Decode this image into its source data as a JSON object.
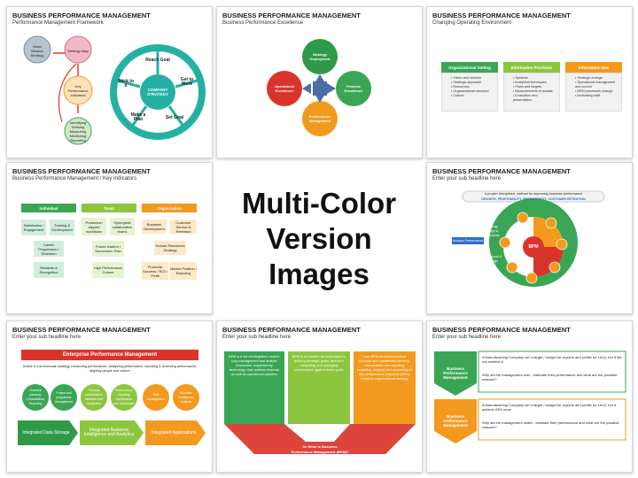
{
  "center": {
    "line1": "Multi-Color",
    "line2": "Version Images"
  },
  "slides": [
    {
      "title": "BUSINESS PERFORMANCE MANAGEMENT",
      "subtitle": "Performance Management Framework",
      "flow": [
        "Vision Mission Strategy",
        "Strategy Map",
        "Key Performance Indicators",
        "Identifying Defining Measuring Monitoring Reporting"
      ],
      "wheel_center": "COMPANY STRATEGY",
      "wheel_labels": [
        "Reach Goal",
        "Get to Work",
        "Set Goal",
        "Make a Plan",
        "Stick to it"
      ]
    },
    {
      "title": "BUSINESS PERFORMANCE MANAGEMENT",
      "subtitle": "Business Performance Excellence",
      "petals": [
        "Strategy Deployment",
        "Process Excellence",
        "Performance Management",
        "Operational Excellence"
      ]
    },
    {
      "title": "BUSINESS PERFORMANCE MANAGEMENT",
      "subtitle": "Changing Operating Environment",
      "columns": [
        {
          "header": "Organizational Setting",
          "items": [
            "Vision and mission",
            "Strategic approach",
            "Resources",
            "Organizational structure",
            "Culture"
          ]
        },
        {
          "header": "Information Provision",
          "items": [
            "Systems",
            "Analytical techniques",
            "Plans and targets",
            "Measurements of actuals",
            "Evaluation and presentation"
          ]
        },
        {
          "header": "Information Use",
          "items": [
            "Strategic change",
            "Operational management and control",
            "BPM processes change",
            "Motivating staff"
          ]
        }
      ]
    },
    {
      "title": "BUSINESS PERFORMANCE MANAGEMENT",
      "subtitle": "Business Performance Management / Key Indicators",
      "headers": [
        "Individual",
        "Team",
        "Organization"
      ],
      "individual": [
        "Satisfaction / Engagement",
        "Training & Development",
        "Career Progression / Retention",
        "Rewards & Recognition"
      ],
      "team": [
        "Production aligned workflows",
        "Synergistic collaborative teams",
        "Future leaders / Succession Plan",
        "High Performance Culture"
      ],
      "organization": [
        "Business Development",
        "Customer Service & Retention",
        "Human Resources Strategy",
        "Financial Success / ROI / Profit",
        "Market Position / Branding"
      ]
    },
    {
      "title": "BUSINESS PERFORMANCE MANAGEMENT",
      "subtitle": "Enter your sub headline here",
      "banner": "A proper, disciplined, method for improving business performance",
      "banner2": "GROWTH, PROFITABILITY, PRODUCTIVITY, CUSTOMER RETENTION",
      "center_label": "BPM",
      "left_labels": [
        "Analyse Performance",
        "Strategy Design & Objectives",
        "Operational & Strategic Plan"
      ]
    },
    {
      "title": "BUSINESS PERFORMANCE MANAGEMENT",
      "subtitle": "Enter your sub headline here",
      "banner": "Enterprise Performance Management",
      "desc": "Define & communicate strategy, measuring performance, analyzing performance, reporting & reviewing performance, aligning people and culture",
      "circles": [
        "Financial planning, Consolidation, Reporting",
        "Project and programme Management",
        "Process performance Measure and recognition",
        "Performance reporting Dashboards and scorecards",
        "Risk management",
        "Business intelligence analysis"
      ],
      "arrows": [
        "Integrated Data Storage",
        "Integrated Business Intelligence and Analytics",
        "Integrated Applications"
      ]
    },
    {
      "title": "BUSINESS PERFORMANCE MANAGEMENT",
      "subtitle": "Enter your sub headline here",
      "panels": [
        "BPM is a set of integrated, closed-loop management and analytic processes, supported by technology, that address financial as well as operational activities",
        "BPM is an enabler for businesses in defining strategic goals, and then measuring and managing performance against those goals",
        "Core BPM processes include financial and operational planning, consolidation and reporting, modeling, analysis and monitoring of key performance indicators (KPIs) linked to organizational strategy"
      ],
      "footer1": "So What is Business",
      "footer2": "Performance Management (BPM)?"
    },
    {
      "title": "BUSINESS PERFORMANCE MANAGEMENT",
      "subtitle": "Enter your sub headline here",
      "rows": [
        {
          "label": "Business Performance Management",
          "b1": "A Manufacturing Company set a target / budget for exports and profits for 1st Q, but it did not achieve it.",
          "b2": "Why did the management ever - estimate their performance and what are the possible reasons?"
        },
        {
          "label": "Business Performance Management",
          "b1": "A Manufacturing Company set a target / budget for exports and profits for 1st Q, but it achieve 25% more",
          "b2": "Why did the management under - estimate their performance and what are the possible reasons?"
        }
      ]
    }
  ],
  "colors": {
    "green": "#3aa655",
    "orange": "#f39a1e",
    "red": "#d9342b",
    "blue": "#2a6fc9",
    "teal": "#25b0a4",
    "darkgreen": "#2e9a48"
  }
}
